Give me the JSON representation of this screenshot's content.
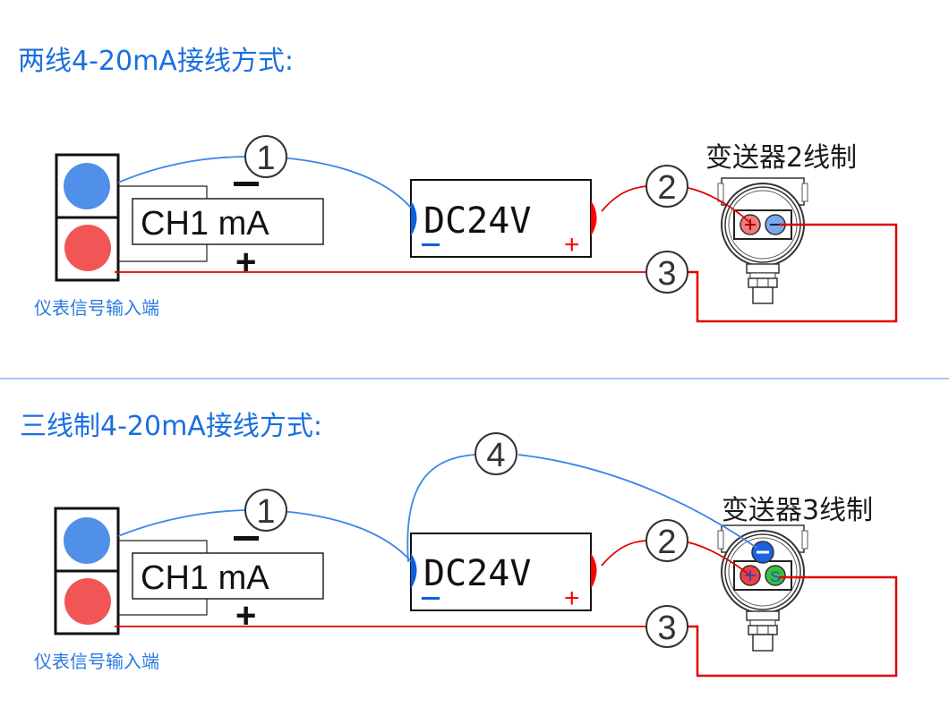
{
  "colors": {
    "title": "#1a6fe0",
    "divider": "#a9c6ef",
    "wire_blue": "#3a86e8",
    "wire_red": "#e00000",
    "terminal_blue": "#5090e8",
    "terminal_red": "#f25555",
    "supply_neg": "#0a5fe0",
    "supply_pos": "#ff0000",
    "transmitter_s": "#3cbf3c"
  },
  "sections": [
    {
      "title": "两线4-20mA接线方式:",
      "meter": {
        "channel_label": "CH1 mA",
        "neg_sign": "−",
        "pos_sign": "+",
        "caption": "仪表信号输入端"
      },
      "supply": {
        "label": "DC24V",
        "neg_sign": "_",
        "neg_mark": "−",
        "pos_mark": "+"
      },
      "transmitter": {
        "label": "变送器2线制",
        "terminals": [
          "+",
          "−"
        ]
      },
      "wires": [
        {
          "number": "1",
          "color": "blue",
          "from": "meter-neg",
          "to": "supply-neg"
        },
        {
          "number": "2",
          "color": "red",
          "from": "supply-pos",
          "to": "transmitter-pos"
        },
        {
          "number": "3",
          "color": "red",
          "from": "meter-pos",
          "to": "transmitter-neg"
        }
      ]
    },
    {
      "title": "三线制4-20mA接线方式:",
      "meter": {
        "channel_label": "CH1 mA",
        "neg_sign": "−",
        "pos_sign": "+",
        "caption": "仪表信号输入端"
      },
      "supply": {
        "label": "DC24V",
        "neg_sign": "_",
        "neg_mark": "−",
        "pos_mark": "+"
      },
      "transmitter": {
        "label": "变送器3线制",
        "terminals": [
          "−",
          "+",
          "S"
        ]
      },
      "wires": [
        {
          "number": "1",
          "color": "blue",
          "from": "meter-neg",
          "to": "supply-neg"
        },
        {
          "number": "2",
          "color": "red",
          "from": "supply-pos",
          "to": "transmitter-pos"
        },
        {
          "number": "3",
          "color": "red",
          "from": "meter-pos",
          "to": "transmitter-S"
        },
        {
          "number": "4",
          "color": "blue",
          "from": "supply-neg",
          "to": "transmitter-neg"
        }
      ]
    }
  ]
}
